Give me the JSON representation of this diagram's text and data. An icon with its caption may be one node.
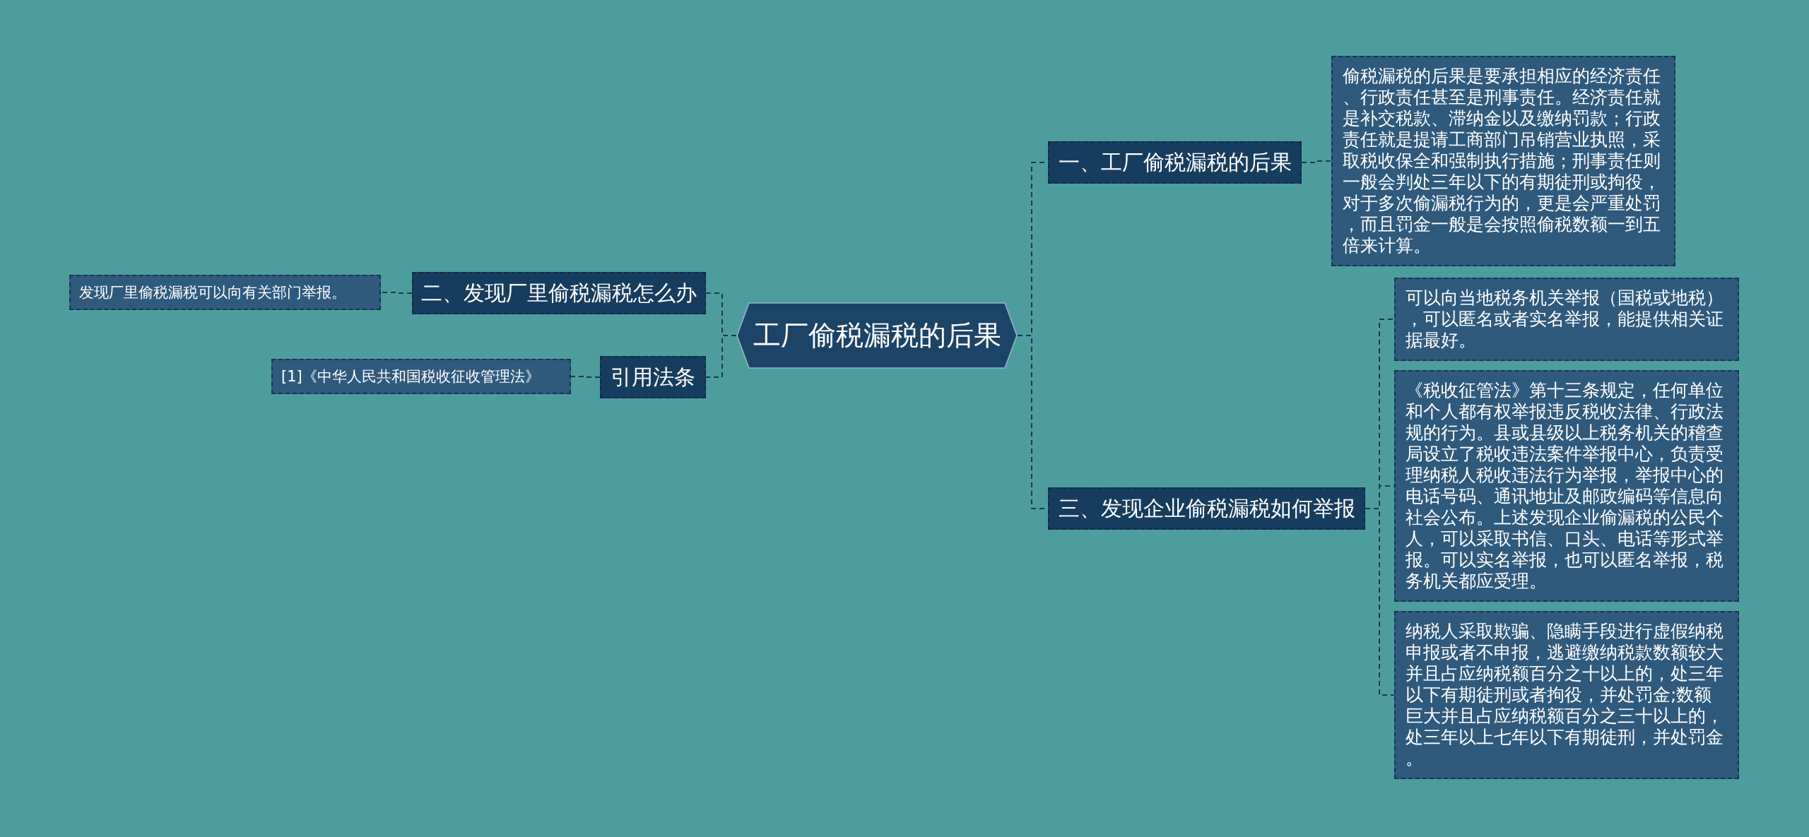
{
  "diagram": {
    "nodes": [
      {
        "text": [
          "工厂偷税漏税的后果"
        ]
      },
      {
        "text": [
          "一、工厂偷税漏税的后果"
        ]
      },
      {
        "text": [
          "偷税漏税的后果是要承担相应的经济责任、行政责任甚至是刑事责任。经济责任就是补交税款、滞纳金以及缴纳罚款；行政责任就是提请工商部门吊销营业执照，采取税收保全和强制执行措施；刑事责任则一般会判处三年以下的有期徒刑或拘役，对于多次偷漏税行为的，更是会严重处罚，而且罚金一般是会按照偷税数额一到五倍来计算。"
        ]
      },
      {
        "text": [
          "三、发现企业偷税漏税如何举报"
        ]
      },
      {
        "text": [
          "可以向当地税务机关举报（国税或地税），可以匿名或者实名举报，能提供相关证据最好。"
        ]
      },
      {
        "text": [
          "《税收征管法》第十三条规定，任何单位和个人都有权举报违反税收法律、行政法规的行为。县或县级以上税务机关的稽查局设立了税收违法案件举报中心，负责受理纳税人税收违法行为举报，举报中心的电话号码、通讯地址及邮政编码等信息向社会公布。上述发现企业偷漏税的公民个人，可以采取书信、口头、电话等形式举报。可以实名举报，也可以匿名举报，税务机关都应受理。"
        ]
      },
      {
        "text": [
          "纳税人采取欺骗、隐瞒手段进行虚假纳税申报或者不申报，逃避缴纳税款数额较大并且占应纳税额百分之十以上的，处三年以下有期徒刑或者拘役，并处罚金;数额巨大并且占应纳税额百分之三十以上的，处三年以上七年以下有期徒刑，并处罚金。"
        ]
      },
      {
        "text": [
          "二、发现厂里偷税漏税怎么办"
        ]
      },
      {
        "text": [
          "发现厂里偷税漏税可以向有关部门举报。"
        ]
      },
      {
        "text": [
          "引用法条"
        ]
      },
      {
        "text": [
          "[1]《中华人民共和国税收征收管理法》"
        ]
      }
    ],
    "edges": [
      {
        "from": 0,
        "to": 1,
        "arrow": "none"
      },
      {
        "from": 1,
        "to": 2,
        "arrow": "none"
      },
      {
        "from": 0,
        "to": 3,
        "arrow": "none"
      },
      {
        "from": 3,
        "to": 4,
        "arrow": "none"
      },
      {
        "from": 3,
        "to": 5,
        "arrow": "none"
      },
      {
        "from": 3,
        "to": 6,
        "arrow": "none"
      },
      {
        "from": 0,
        "to": 7,
        "arrow": "none"
      },
      {
        "from": 7,
        "to": 8,
        "arrow": "none"
      },
      {
        "from": 0,
        "to": 9,
        "arrow": "none"
      },
      {
        "from": 9,
        "to": 10,
        "arrow": "none"
      }
    ]
  }
}
